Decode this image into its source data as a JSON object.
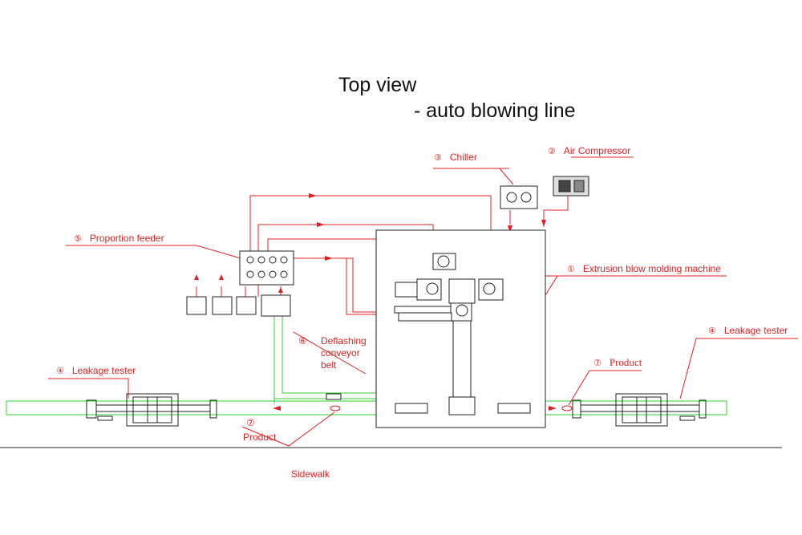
{
  "title": {
    "line1": "Top view",
    "line2": "-  auto blowing line"
  },
  "labels": {
    "chiller": {
      "number": "③",
      "text": "Chiller"
    },
    "air_compressor": {
      "number": "②",
      "text": "Air Compressor"
    },
    "proportion_feeder": {
      "number": "⑤",
      "text": "Proportion feeder"
    },
    "extrusion_machine": {
      "number": "①",
      "text": "Extrusion blow molding machine"
    },
    "deflashing_belt": {
      "number": "⑥",
      "line1": "Deflashing",
      "line2": "conveyor",
      "line3": "belt"
    },
    "leakage_tester_left": {
      "number": "④",
      "text": "Leakage tester"
    },
    "leakage_tester_right": {
      "number": "④",
      "text": "Leakage tester"
    },
    "product_left": {
      "number": "⑦",
      "text": "Product"
    },
    "product_right": {
      "number": "⑦",
      "text": "Product"
    },
    "sidewalk": "Sidewalk"
  },
  "colors": {
    "line": "#e02020",
    "conveyor": "#33cc33",
    "equipment": "#222222"
  }
}
